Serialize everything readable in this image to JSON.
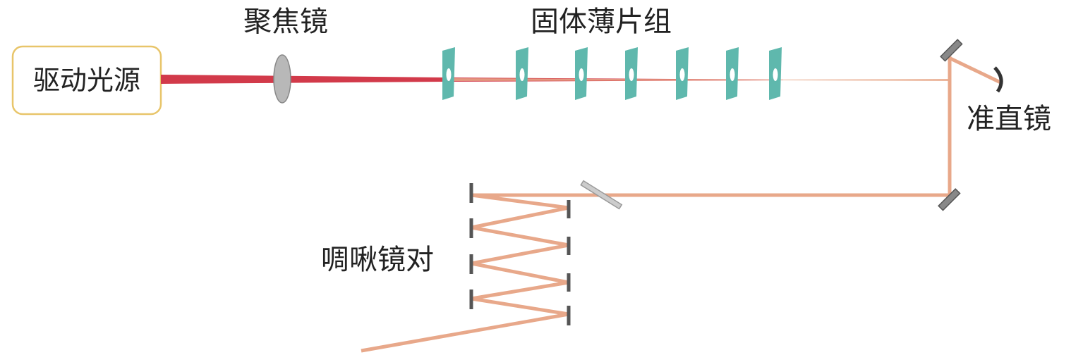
{
  "labels": {
    "source": "驱动光源",
    "focus_lens": "聚焦镜",
    "thin_disk_group": "固体薄片组",
    "collimator": "准直镜",
    "chirped_mirror_pair": "啁啾镜对"
  },
  "colors": {
    "drive_beam": "#d23a4a",
    "output_beam": "#e8a88a",
    "disk": "#5fb8ad",
    "lens": "#b8b8b8",
    "mirror": "#555555",
    "source_border": "#e8c56a"
  }
}
